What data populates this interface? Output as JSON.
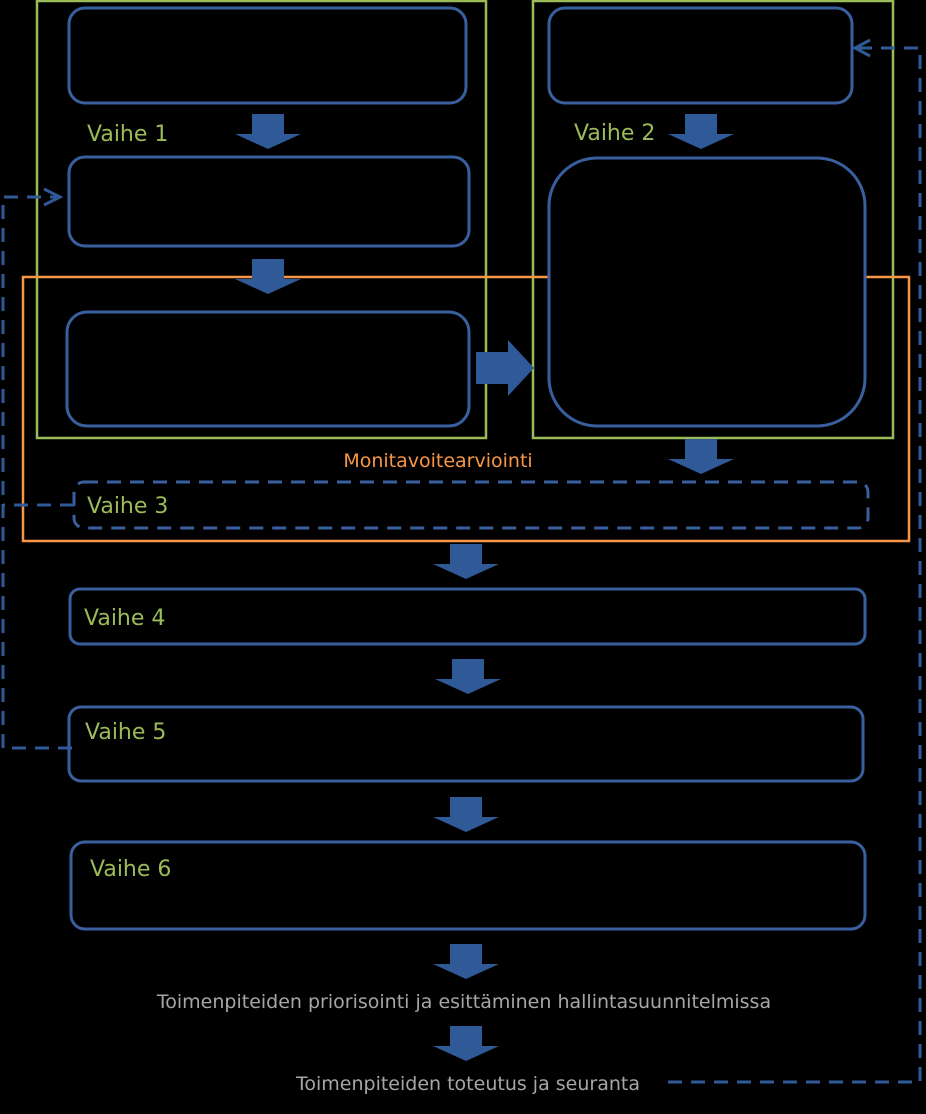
{
  "colors": {
    "background": "#000000",
    "box_stroke": "#3a5f9e",
    "arrow_fill": "#2f5a97",
    "green_frame": "#9bbb59",
    "orange_frame": "#f79646",
    "phase_text": "#9bbb59",
    "orange_text": "#f79646",
    "caption_text": "#a6a6a6",
    "dashed_line": "#2f5a97"
  },
  "labels": {
    "vaihe1": "Vaihe 1",
    "vaihe2": "Vaihe 2",
    "vaihe3": "Vaihe 3",
    "vaihe4": "Vaihe 4",
    "vaihe5": "Vaihe 5",
    "vaihe6": "Vaihe 6",
    "monitavoite": "Monitavoitearviointi",
    "priorisointi": "Toimenpiteiden priorisointi ja esittäminen hallintasuunnitelmissa",
    "toteutus": "Toimenpiteiden toteutus ja seuranta"
  },
  "icons": {
    "flow_arrow": "down-arrow-icon",
    "side_arrow": "right-arrow-icon",
    "feedback_arrowhead": "chevron-arrowhead-icon"
  }
}
